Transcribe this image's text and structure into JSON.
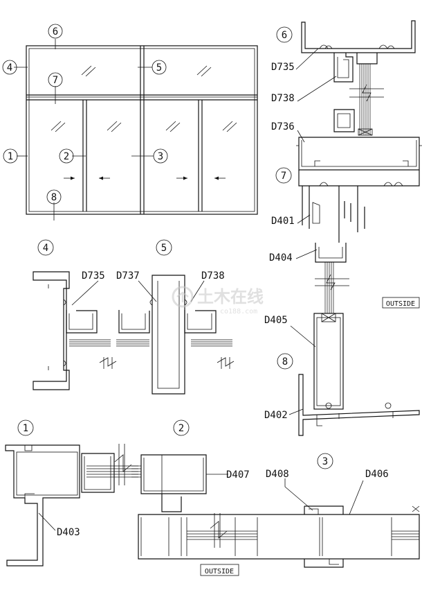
{
  "elevation": {
    "callouts": [
      "6",
      "4",
      "5",
      "7",
      "1",
      "2",
      "3",
      "8"
    ]
  },
  "sections": {
    "s45": {
      "marks": [
        "4",
        "5"
      ],
      "labels": [
        "D735",
        "D737",
        "D738"
      ]
    },
    "s1": {
      "mark": "1",
      "label": "D403"
    },
    "s2": {
      "mark": "2",
      "label": "D407"
    },
    "s3": {
      "mark": "3",
      "labels": [
        "D408",
        "D406"
      ],
      "note": "OUTSIDE"
    },
    "s678": {
      "marks": [
        "6",
        "7",
        "8"
      ],
      "labels": [
        "D735",
        "D738",
        "D736",
        "D401",
        "D404",
        "D405",
        "D402"
      ],
      "note": "OUTSIDE"
    }
  },
  "watermark": {
    "main": "土木在线",
    "sub": "co188.com"
  },
  "colors": {
    "line": "#111111",
    "background": "#ffffff",
    "watermark": "#c8c8c8"
  }
}
